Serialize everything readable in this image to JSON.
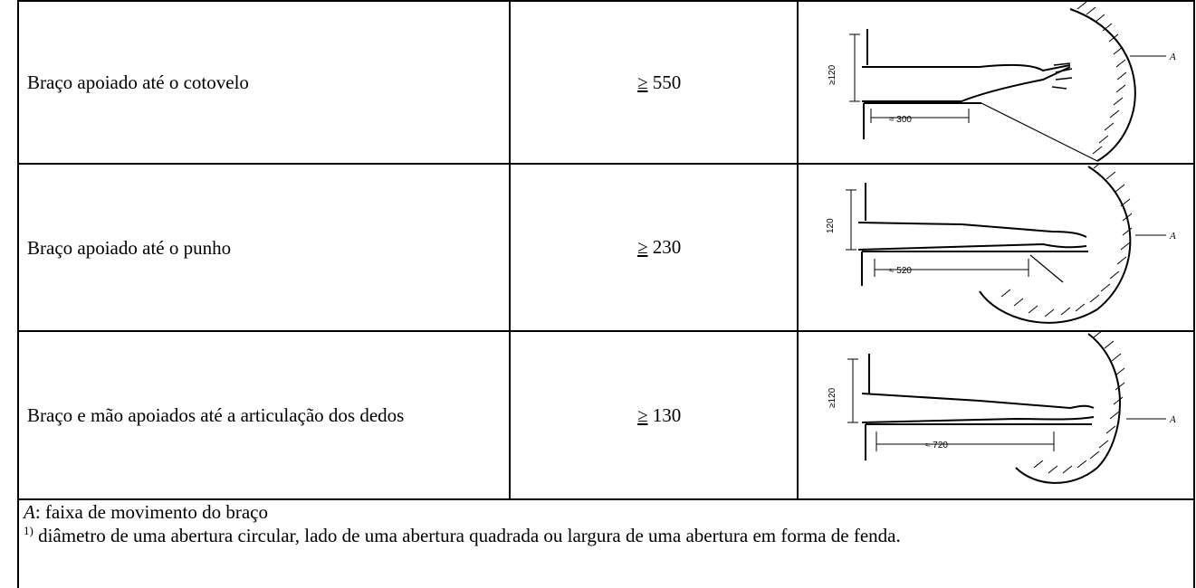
{
  "table": {
    "rows": [
      {
        "description": "Braço apoiado até o cotovelo",
        "symbol": "≥",
        "value": "550",
        "figure": {
          "dimension_label": "≈ 300",
          "height_label": "≥120"
        }
      },
      {
        "description": "Braço apoiado até o punho",
        "symbol": "≥",
        "value": "230",
        "figure": {
          "dimension_label": "≈ 520",
          "height_label": "120"
        }
      },
      {
        "description": "Braço e mão apoiados até a articulação dos dedos",
        "symbol": "≥",
        "value": "130",
        "figure": {
          "dimension_label": "≈ 720",
          "height_label": "≥120"
        }
      }
    ],
    "figure_marker": "A"
  },
  "notes": {
    "a_symbol": "A",
    "a_text": ": faixa de movimento do braço",
    "footnote_marker": "1)",
    "footnote_text": " diâmetro de uma abertura circular, lado de uma abertura quadrada ou largura de uma abertura em forma de fenda."
  }
}
